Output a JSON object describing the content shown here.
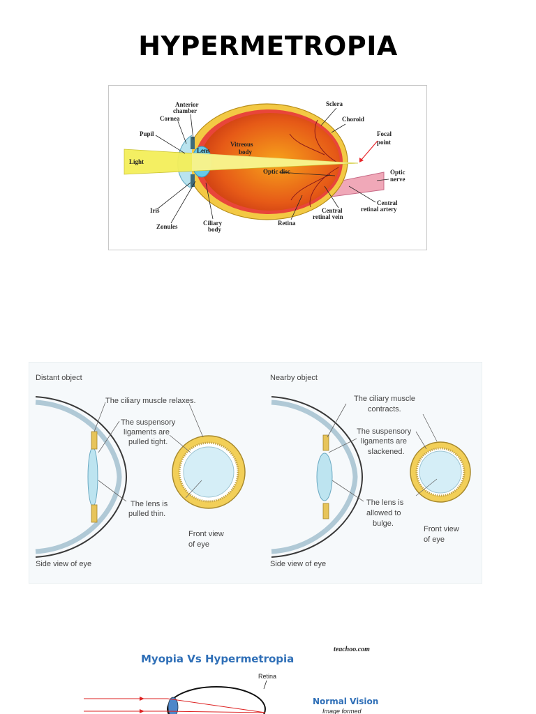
{
  "title": "HYPERMETROPIA",
  "figure1": {
    "labels": {
      "anterior_chamber_1": "Anterior",
      "anterior_chamber_2": "chamber",
      "cornea": "Cornea",
      "pupil": "Pupil",
      "light": "Light",
      "lens": "Lens",
      "vitreous_1": "Vitreous",
      "vitreous_2": "body",
      "sclera": "Sclera",
      "choroid": "Choroid",
      "focal_1": "Focal",
      "focal_2": "point",
      "optic_disc": "Optic disc",
      "optic_nerve_1": "Optic",
      "optic_nerve_2": "nerve",
      "central_artery_1": "Central",
      "central_artery_2": "retinal artery",
      "iris": "Iris",
      "zonules": "Zonules",
      "ciliary_1": "Ciliary",
      "ciliary_2": "body",
      "retina": "Retina",
      "central_vein_1": "Central",
      "central_vein_2": "retinal vein"
    },
    "colors": {
      "vitreous": "#e2541a",
      "light_beam": "#f4ef5a",
      "focal_label": "#e8262b",
      "lens": "#66c9e8"
    }
  },
  "figure2": {
    "left": {
      "heading": "Distant object",
      "muscle_1": "The ciliary muscle relaxes.",
      "lig_1": "The suspensory",
      "lig_2": "ligaments are",
      "lig_3": "pulled tight.",
      "lens_1": "The lens is",
      "lens_2": "pulled thin.",
      "front_1": "Front view",
      "front_2": "of eye",
      "side": "Side view of eye"
    },
    "right": {
      "heading": "Nearby object",
      "muscle_1": "The ciliary muscle",
      "muscle_2": "contracts.",
      "lig_1": "The suspensory",
      "lig_2": "ligaments are",
      "lig_3": "slackened.",
      "lens_1": "The lens is",
      "lens_2": "allowed to",
      "lens_3": "bulge.",
      "front_1": "Front view",
      "front_2": "of eye",
      "side": "Side view of eye"
    }
  },
  "figure3": {
    "brand": "teachoo.com",
    "title": "Myopia Vs Hypermetropia",
    "retina": "Retina",
    "normal": "Normal Vision",
    "image_formed": "Image formed"
  }
}
